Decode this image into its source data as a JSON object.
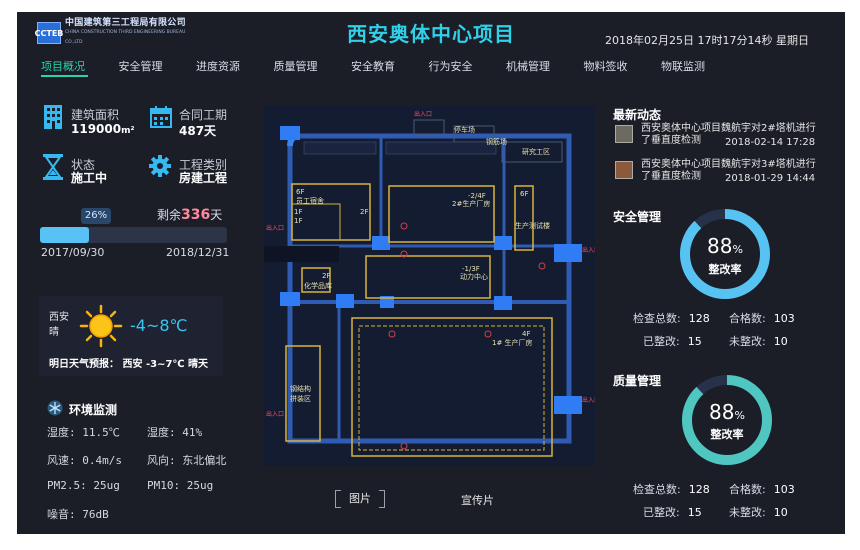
{
  "header": {
    "logo_mark": "CCTEB",
    "company_cn": "中国建筑第三工程局有限公司",
    "company_en": "CHINA CONSTRUCTION THIRD ENGINEERING BUREAU CO.,LTD",
    "title": "西安奥体中心项目",
    "datetime": "2018年02月25日 17时17分14秒 星期日"
  },
  "nav": [
    {
      "label": "项目概况",
      "active": true
    },
    {
      "label": "安全管理"
    },
    {
      "label": "进度资源"
    },
    {
      "label": "质量管理"
    },
    {
      "label": "安全教育"
    },
    {
      "label": "行为安全"
    },
    {
      "label": "机械管理"
    },
    {
      "label": "物料签收"
    },
    {
      "label": "物联监测"
    }
  ],
  "overview": {
    "area_label": "建筑面积",
    "area_value": "119000",
    "area_unit": "m²",
    "period_label": "合同工期",
    "period_value": "487天",
    "status_label": "状态",
    "status_value": "施工中",
    "category_label": "工程类别",
    "category_value": "房建工程"
  },
  "progress": {
    "percent": 26,
    "percent_text": "26%",
    "remain_prefix": "剩余",
    "remain_days": "336",
    "remain_suffix": "天",
    "start_date": "2017/09/30",
    "end_date": "2018/12/31"
  },
  "weather": {
    "city": "西安",
    "condition": "晴",
    "temp": "-4~8℃",
    "forecast": "明日天气预报： 西安 -3~7℃ 晴天",
    "icon": "sun-icon"
  },
  "environment": {
    "title": "环境监测",
    "humidity1": "湿度: 11.5℃",
    "humidity2": "湿度: 41%",
    "wind_speed": "风速: 0.4m/s",
    "wind_dir": "风向: 东北偏北",
    "pm25": "PM2.5: 25ug",
    "pm10": "PM10: 25ug",
    "noise": "噪音: 76dB"
  },
  "map": {
    "entrance": "出入口",
    "labels": {
      "yard_a": "停车场",
      "yard_b": "钢筋场",
      "office": "研究工区",
      "dorm_6f": "6F",
      "dorm": "员工宿舍",
      "dorm_1f_a": "1F",
      "dorm_1f_b": "1F",
      "dorm_2f": "2F",
      "plant2_floors": "-2/4F",
      "plant2": "2#生产厂房",
      "test_6f": "6F",
      "test": "生产测试楼",
      "chem_2f": "2F",
      "chem": "化学品库",
      "power_floors": "-1/3F",
      "power": "动力中心",
      "plant1_floors": "4F",
      "plant1": "1# 生产厂房",
      "steel": "钢结构",
      "assembly": "拼装区"
    }
  },
  "tabs": {
    "picture": "图片",
    "promo": "宣传片"
  },
  "news": {
    "title": "最新动态",
    "items": [
      {
        "line1": "西安奥体中心项目魏航宇对2#塔机进行",
        "line2": "了垂直度检测",
        "date": "2018-02-14 17:28"
      },
      {
        "line1": "西安奥体中心项目魏航宇对3#塔机进行",
        "line2": "了垂直度检测",
        "date": "2018-01-29 14:44"
      }
    ]
  },
  "safety": {
    "title": "安全管理",
    "rate": 88,
    "rate_num": "88",
    "rate_unit": "%",
    "rate_label": "整改率",
    "color": "#57c3f2",
    "check_total": "检查总数:",
    "check_total_val": "128",
    "qualified": "合格数:",
    "qualified_val": "103",
    "fixed": "已整改:",
    "fixed_val": "15",
    "unfixed": "未整改:",
    "unfixed_val": "10"
  },
  "quality": {
    "title": "质量管理",
    "rate": 88,
    "rate_num": "88",
    "rate_unit": "%",
    "rate_label": "整改率",
    "color": "#4fc6c0",
    "check_total": "检查总数:",
    "check_total_val": "128",
    "qualified": "合格数:",
    "qualified_val": "103",
    "fixed": "已整改:",
    "fixed_val": "15",
    "unfixed": "未整改:",
    "unfixed_val": "10"
  }
}
